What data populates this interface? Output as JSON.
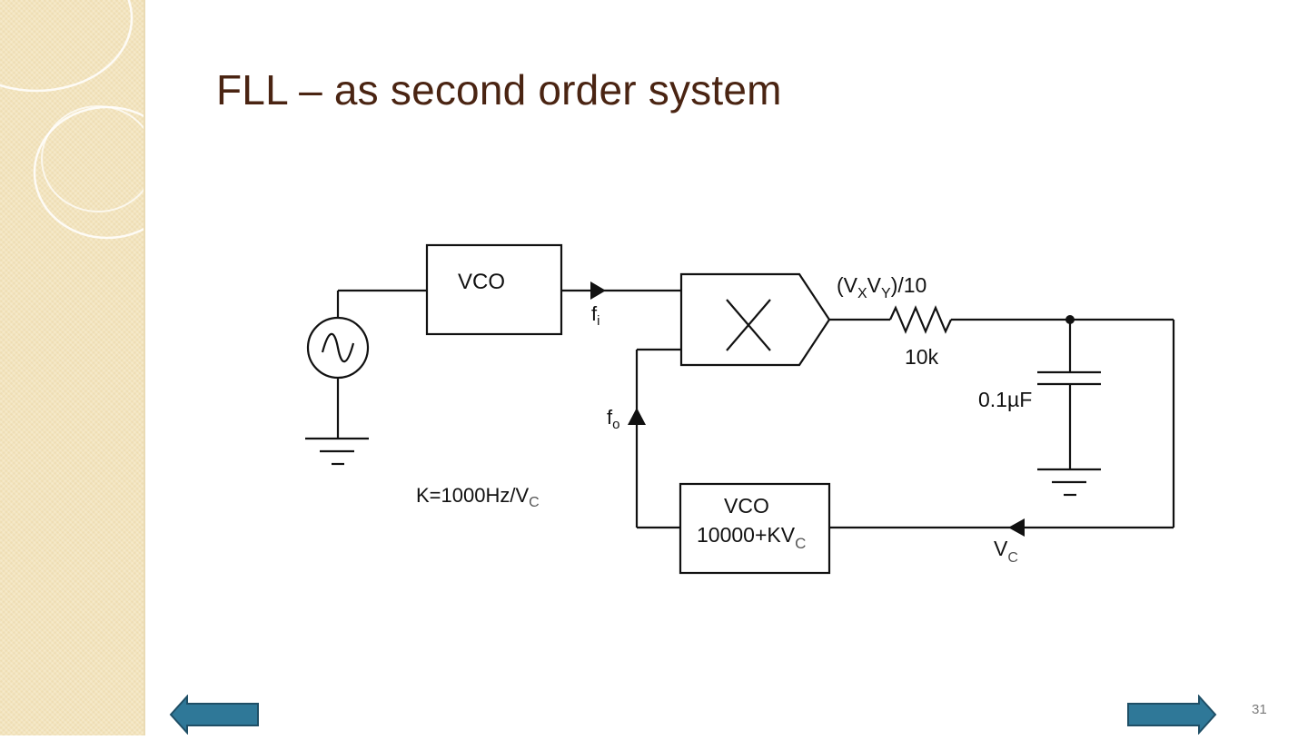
{
  "slide": {
    "title": "FLL – as second order system",
    "page_number": "31"
  },
  "diagram": {
    "vco_top_label": "VCO",
    "fi_main": "f",
    "fi_sub": "i",
    "fo_main": "f",
    "fo_sub": "o",
    "product_main_1": "(V",
    "product_sub_x": "X",
    "product_main_2": "V",
    "product_sub_y": "Y",
    "product_main_3": ")/10",
    "resistor_label": "10k",
    "capacitor_label": "0.1µF",
    "k_main": "K=1000Hz/V",
    "k_sub": "C",
    "vco_bottom_line1": "VCO",
    "vco_bottom_line2_main": "10000+KV",
    "vco_bottom_line2_sub": "C",
    "vc_main": "V",
    "vc_sub": "C"
  },
  "nav": {
    "prev": "previous-slide",
    "next": "next-slide"
  },
  "colors": {
    "sidebar": "#f3e4bd",
    "title": "#4a2412",
    "arrow_fill": "#2f7898",
    "arrow_stroke": "#1f4f66"
  }
}
